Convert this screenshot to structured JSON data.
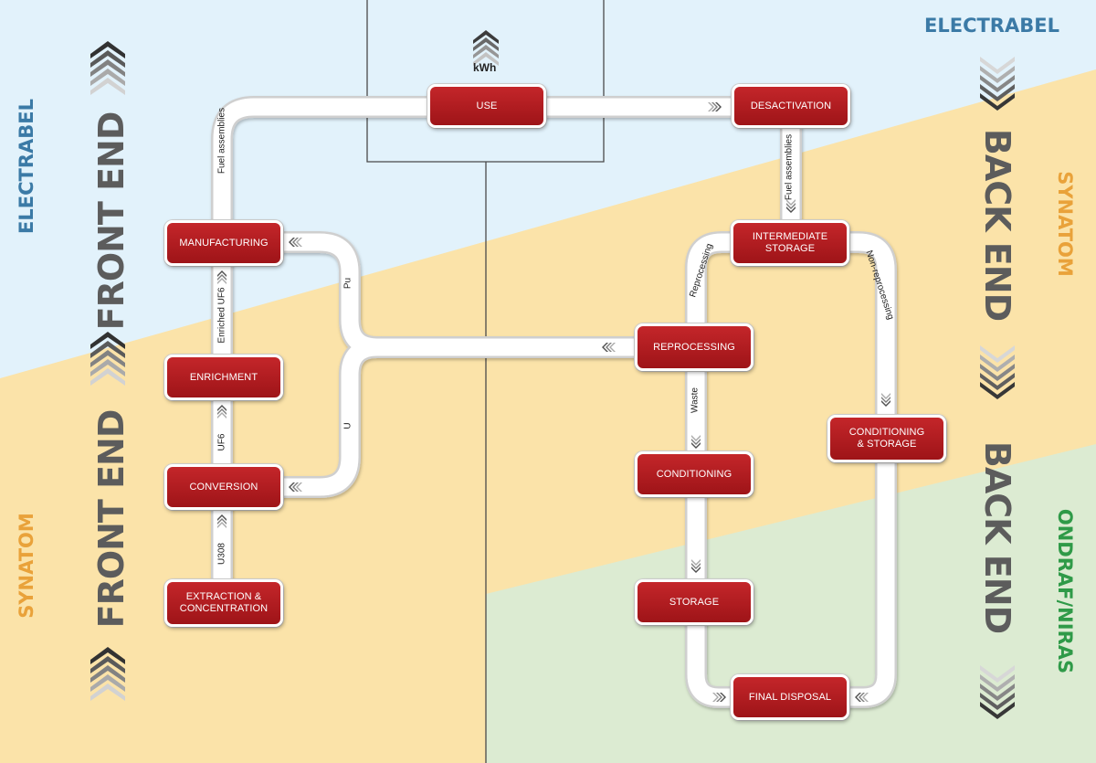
{
  "organizations": {
    "top_right": "ELECTRABEL",
    "left_top": "ELECTRABEL",
    "left_bottom": "SYNATOM",
    "right_middle": "SYNATOM",
    "right_bottom": "ONDRAF/NIRAS"
  },
  "sections": {
    "front_end_top": "FRONT END",
    "front_end_bottom": "FRONT END",
    "back_end_top": "BACK END",
    "back_end_bottom": "BACK END"
  },
  "output_label": "kWh",
  "steps": {
    "use": "USE",
    "desactivation": "DESACTIVATION",
    "manufacturing": "MANUFACTURING",
    "intermediate_storage": "INTERMEDIATE\nSTORAGE",
    "reprocessing": "REPROCESSING",
    "enrichment": "ENRICHMENT",
    "conditioning_storage": "CONDITIONING\n& STORAGE",
    "conversion": "CONVERSION",
    "conditioning": "CONDITIONING",
    "storage": "STORAGE",
    "extraction": "EXTRACTION &\nCONCENTRATION",
    "final_disposal": "FINAL DISPOSAL"
  },
  "flows": {
    "fuel_assemblies_front": "Fuel assemblies",
    "fuel_assemblies_back": "Fuel assemblies",
    "enriched_uf6": "Enriched UF6",
    "uf6": "UF6",
    "u308": "U308",
    "pu": "Pu",
    "u": "U",
    "reprocessing": "Reprocessing",
    "non_reprocessing": "Non-reprocessing",
    "waste": "Waste"
  },
  "colors": {
    "electrabel": "#3b7aa6",
    "synatom": "#e9a23a",
    "ondraf": "#2f9a48",
    "box_red": "#b01c20",
    "zone_blue": "#e2f2fb",
    "zone_yellow": "#fbe3a9",
    "zone_green": "#dcebd2"
  }
}
